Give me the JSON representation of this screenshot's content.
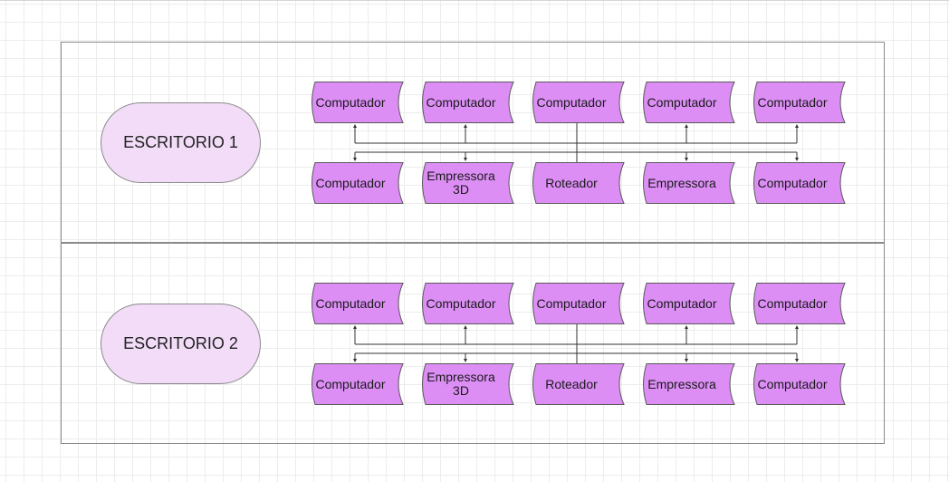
{
  "colors": {
    "node_fill": "#dc8ef5",
    "node_stroke": "#5a5a5a",
    "pill_fill": "#f2dcf8",
    "connector": "#333333"
  },
  "sections": [
    {
      "title": "ESCRITORIO 1",
      "top_row": [
        "Computador",
        "Computador",
        "Computador",
        "Computador",
        "Computador"
      ],
      "bottom_row": [
        "Computador",
        "Empressora 3D",
        "Roteador",
        "Empressora",
        "Computador"
      ]
    },
    {
      "title": "ESCRITORIO 2",
      "top_row": [
        "Computador",
        "Computador",
        "Computador",
        "Computador",
        "Computador"
      ],
      "bottom_row": [
        "Computador",
        "Empressora 3D",
        "Roteador",
        "Empressora",
        "Computador"
      ]
    }
  ]
}
